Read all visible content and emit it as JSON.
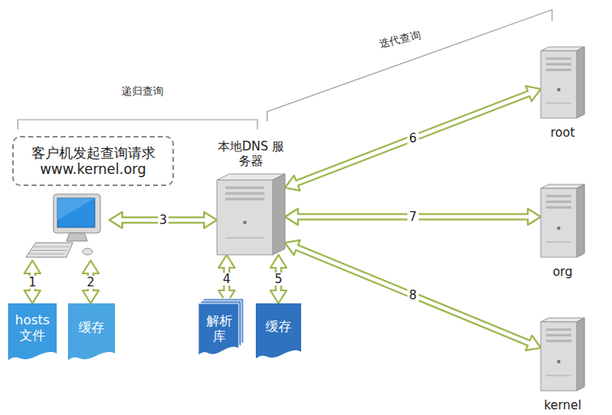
{
  "diagram": {
    "nodes": [
      {
        "text": [
          "客户机发起查询请求",
          "www.kernel.org"
        ]
      },
      {
        "text": [
          "hosts 文件"
        ]
      },
      {
        "text": [
          "缓存"
        ]
      },
      {
        "text": [
          "本地DNS 服务器"
        ]
      },
      {
        "text": [
          "解析 库"
        ]
      },
      {
        "text": [
          "缓存"
        ]
      },
      {
        "text": [
          "root"
        ]
      },
      {
        "text": [
          "org"
        ]
      },
      {
        "text": [
          "kernel"
        ]
      }
    ],
    "edges": [
      {
        "from": 0,
        "to": 1,
        "label": "1",
        "arrow": "both"
      },
      {
        "from": 0,
        "to": 2,
        "label": "2",
        "arrow": "both"
      },
      {
        "from": 0,
        "to": 3,
        "label": "3",
        "arrow": "both"
      },
      {
        "from": 3,
        "to": 4,
        "label": "4",
        "arrow": "both"
      },
      {
        "from": 3,
        "to": 5,
        "label": "5",
        "arrow": "both"
      },
      {
        "from": 3,
        "to": 6,
        "label": "6",
        "arrow": "both"
      },
      {
        "from": 3,
        "to": 7,
        "label": "7",
        "arrow": "both"
      },
      {
        "from": 3,
        "to": 8,
        "label": "8",
        "arrow": "both"
      }
    ],
    "labels": [
      "递归查询",
      "迭代查询"
    ]
  }
}
